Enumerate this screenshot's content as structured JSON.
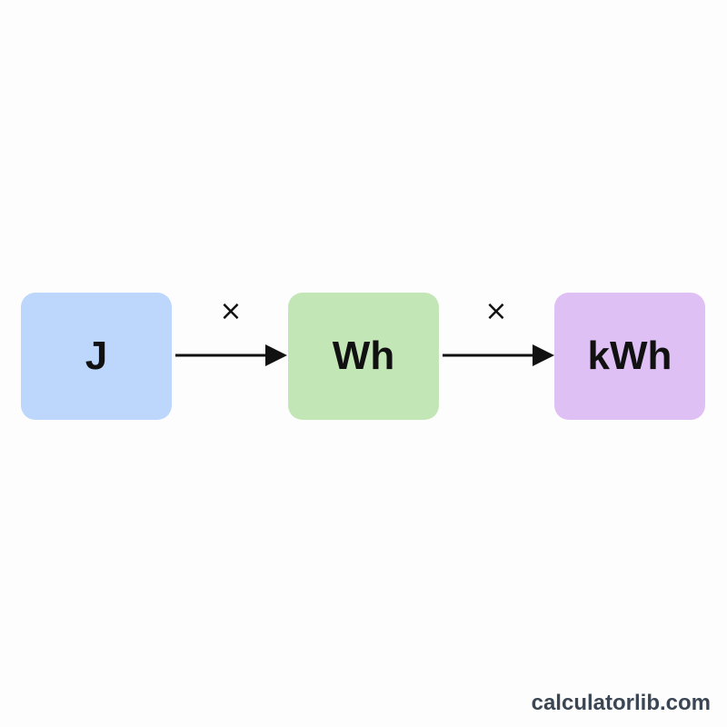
{
  "diagram": {
    "nodes": [
      {
        "id": "j",
        "label": "J",
        "color": "#bcd7fb"
      },
      {
        "id": "wh",
        "label": "Wh",
        "color": "#c2e6b6"
      },
      {
        "id": "kwh",
        "label": "kWh",
        "color": "#dfc0f4"
      }
    ],
    "edges": [
      {
        "from": "j",
        "to": "wh",
        "operator": "×"
      },
      {
        "from": "wh",
        "to": "kwh",
        "operator": "×"
      }
    ],
    "arrow_color": "#111111"
  },
  "watermark": "calculatorlib.com"
}
